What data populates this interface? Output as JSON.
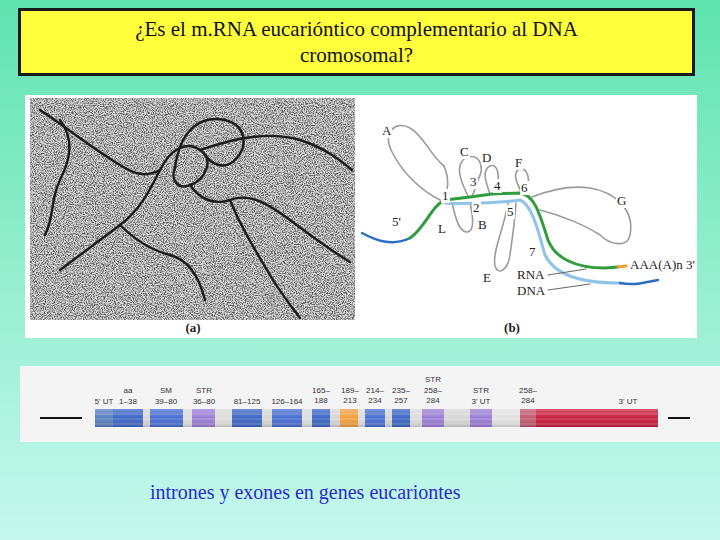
{
  "diagram": {
    "title": "¿Es el m.RNA eucarióntico complementario al DNA cromosomal?",
    "caption": "intrones y exones en genes eucariontes",
    "labels": [
      "A",
      "C",
      "D",
      "F",
      "3",
      "4",
      "6",
      "G",
      "1",
      "2",
      "5",
      "5'",
      "L",
      "B",
      "7",
      "E",
      "RNA",
      "AAA(A)n 3'",
      "DNA",
      "(a)",
      "(b)",
      "aa",
      "SM",
      "STR",
      "5' UT",
      "1–38",
      "39–80",
      "36–80",
      "81–125",
      "126–164",
      "165– 188",
      "189– 213",
      "214– 234",
      "235– 257",
      "STR",
      "258– 284",
      "STR",
      "3' UT",
      "258– 284",
      "3' UT"
    ]
  }
}
